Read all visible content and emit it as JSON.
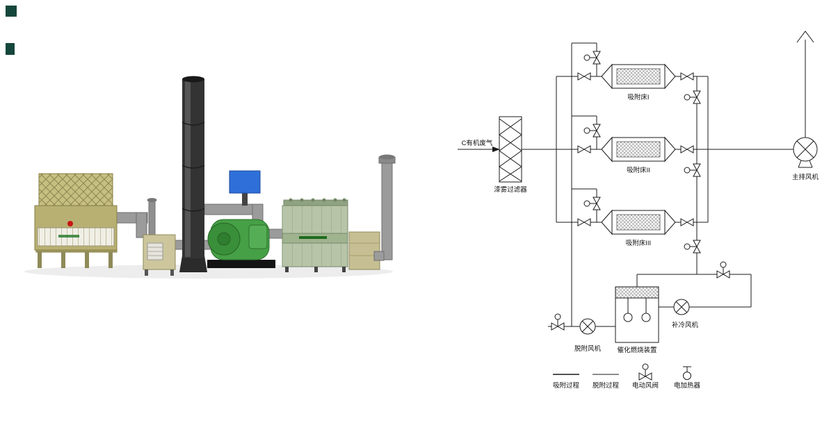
{
  "diagram": {
    "inlet_label": "C有机废气",
    "filter_label": "漆雾过滤器",
    "beds": [
      {
        "label": "吸附床I"
      },
      {
        "label": "吸附床II"
      },
      {
        "label": "吸附床III"
      }
    ],
    "main_fan_label": "主排风机",
    "desorption_fan_label": "脱附风机",
    "catalytic_unit_label": "催化燃烧装置",
    "makeup_air_fan_label": "补冷风机",
    "legend": [
      {
        "label": "吸附过程"
      },
      {
        "label": "脱附过程"
      },
      {
        "label": "电动风阀"
      },
      {
        "label": "电加热器"
      }
    ]
  },
  "colors": {
    "line": "#1a1a1a",
    "background": "#ffffff",
    "chimney": "#333333",
    "machine_green": "#46a046",
    "cabinet_sage": "#b7c4a8",
    "tower_khaki": "#b8b072",
    "accent_blue": "#2e6fd9",
    "alert_red": "#c81414"
  }
}
